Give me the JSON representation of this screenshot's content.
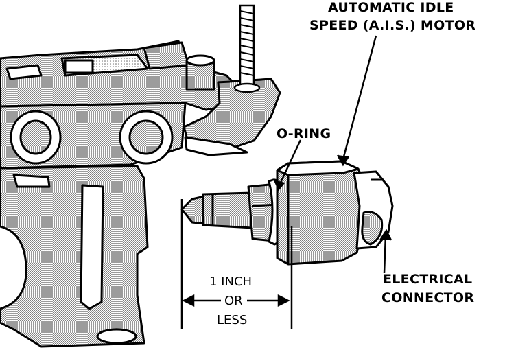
{
  "labels": {
    "ais_motor_line1": "AUTOMATIC IDLE",
    "ais_motor_line2": "SPEED (A.I.S.) MOTOR",
    "o_ring": "O-RING",
    "electrical_line1": "ELECTRICAL",
    "electrical_line2": "CONNECTOR",
    "dimension_line1": "1 INCH",
    "dimension_line2": "OR",
    "dimension_line3": "LESS"
  },
  "colors": {
    "ink": "#000000",
    "paper": "#ffffff",
    "stipple": "#8a8a8a"
  }
}
